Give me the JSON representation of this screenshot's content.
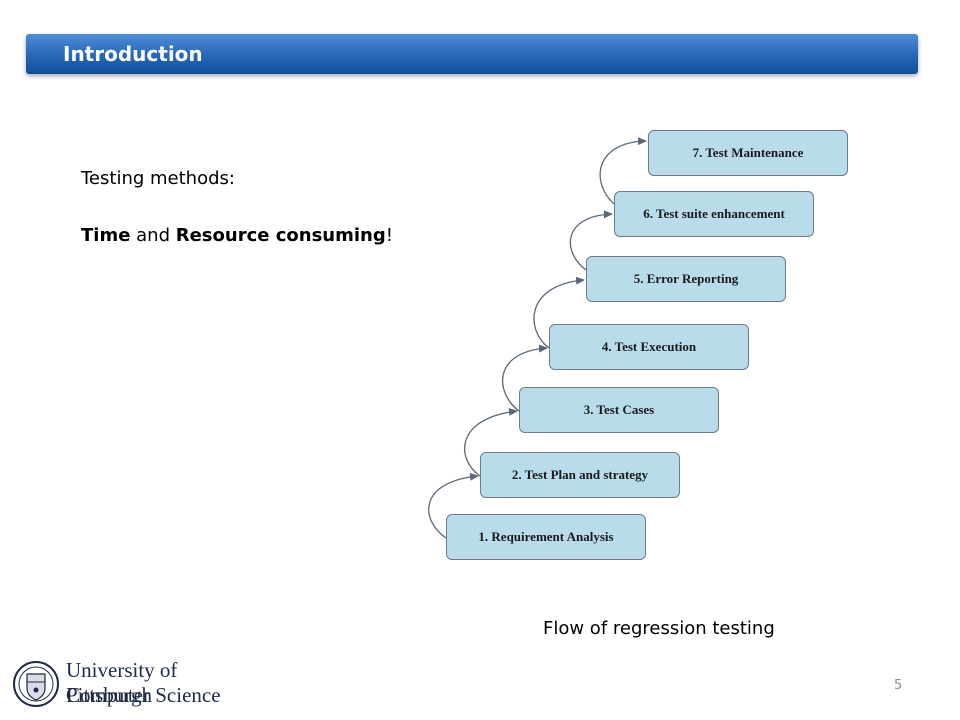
{
  "slide": {
    "title": "Introduction",
    "methods_label": "Testing methods:",
    "time_word": "Time",
    "and_word": " and ",
    "resource_word": "Resource consuming",
    "exclaim": "!",
    "caption": "Flow of regression testing",
    "page_number": "5"
  },
  "diagram": {
    "steps": [
      "1.  Requirement Analysis",
      "2.  Test Plan and strategy",
      "3. Test Cases",
      "4. Test Execution",
      "5.  Error Reporting",
      "6.  Test suite enhancement",
      "7.  Test Maintenance"
    ],
    "box_color": "#b8dcea",
    "arrow_color": "#5a6878"
  },
  "footer": {
    "logo_line1": "University of Pittsburgh",
    "logo_line2": "Computer Science"
  },
  "colors": {
    "title_bar": "#2c6cbd",
    "title_text": "#ffffff"
  }
}
